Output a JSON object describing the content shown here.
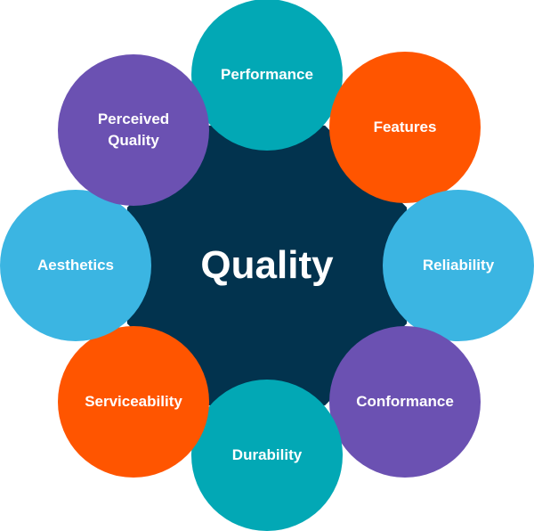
{
  "center": {
    "label": "Quality",
    "color": "#02334e"
  },
  "nodes": [
    {
      "label": "Performance",
      "color": "#02a8b5"
    },
    {
      "label": "Features",
      "color": "#ff5500"
    },
    {
      "label": "Reliability",
      "color": "#3bb5e2"
    },
    {
      "label": "Conformance",
      "color": "#6b51b2"
    },
    {
      "label": "Durability",
      "color": "#02a8b5"
    },
    {
      "label": "Serviceability",
      "color": "#ff5500"
    },
    {
      "label": "Aesthetics",
      "color": "#3bb5e2"
    },
    {
      "label": "Perceived Quality",
      "color": "#6b51b2"
    }
  ]
}
